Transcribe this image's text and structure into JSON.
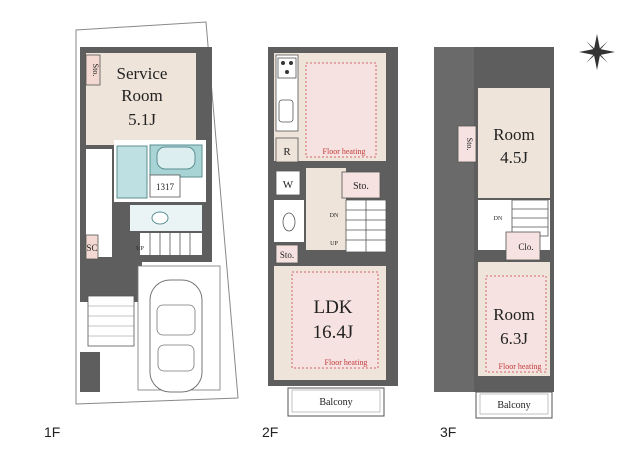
{
  "floors": [
    {
      "label": "1F"
    },
    {
      "label": "2F"
    },
    {
      "label": "3F"
    }
  ],
  "rooms_1f": {
    "service_line1": "Service",
    "service_line2": "Room",
    "service_size": "5.1J",
    "sto": "Sto.",
    "sc": "SC",
    "bath_size": "1317",
    "up": "UP"
  },
  "rooms_2f": {
    "floor_heating_top": "Floor heating",
    "r": "R",
    "w": "W",
    "sto_mid": "Sto.",
    "dn": "DN",
    "up": "UP",
    "sto_low": "Sto.",
    "ldk": "LDK",
    "ldk_size": "16.4J",
    "floor_heating_bottom": "Floor heating",
    "balcony": "Balcony"
  },
  "rooms_3f": {
    "sto": "Sto.",
    "room_a": "Room",
    "room_a_size": "4.5J",
    "dn": "DN",
    "clo": "Clo.",
    "room_b": "Room",
    "room_b_size": "6.3J",
    "floor_heating": "Floor heating",
    "balcony": "Balcony"
  },
  "colors": {
    "wall": "#5e5e5e",
    "room_pink": "#f6e2e0",
    "room_beige": "#efe4da",
    "floor_heating_text": "#c03a3a",
    "bath_blue": "#a9d4d6"
  },
  "icons": {
    "compass": "compass-rose-icon"
  }
}
